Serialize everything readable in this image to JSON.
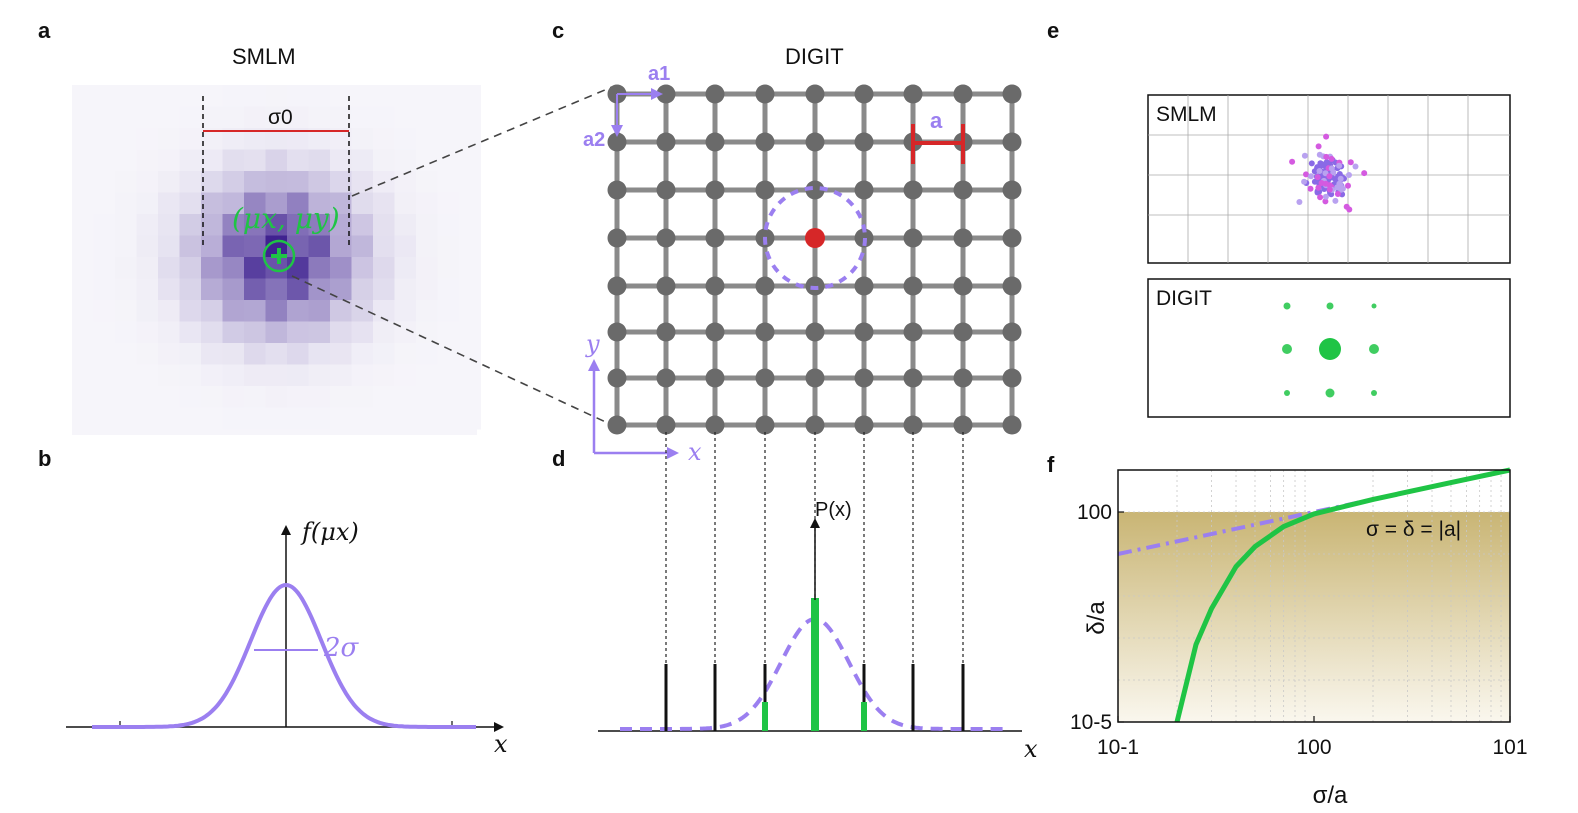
{
  "panels": {
    "a": {
      "label": "a",
      "title": "SMLM",
      "sigma_label": "σ0",
      "mu_label": "(μx, μy)"
    },
    "b": {
      "label": "b",
      "fx_label": "f(μx)",
      "width_label": "2σ",
      "x_label": "x"
    },
    "c": {
      "label": "c",
      "title": "DIGIT",
      "a1": "a1",
      "a2": "a2",
      "a_label": "a",
      "x_label": "x",
      "y_label": "y"
    },
    "d": {
      "label": "d",
      "px_label": "P(x)",
      "x_label": "x"
    },
    "e": {
      "label": "e",
      "box1_title": "SMLM",
      "box2_title": "DIGIT"
    },
    "f": {
      "label": "f",
      "xlabel": "σ/a",
      "ylabel": "δ/a",
      "annotation": "σ = δ = |a|",
      "xticks": [
        "10-1",
        "100",
        "101"
      ],
      "yticks": [
        "100",
        "10-5"
      ]
    }
  },
  "colors": {
    "purple": "#9b7ff0",
    "green": "#1fc445",
    "red": "#d62728",
    "gray": "#555555",
    "tan": "#c8b46e"
  },
  "chart_data": {
    "type": "line",
    "title": "",
    "xlabel": "σ/a",
    "ylabel": "δ/a",
    "xscale": "log",
    "yscale": "log",
    "xlim": [
      0.1,
      10
    ],
    "ylim": [
      1e-05,
      10
    ],
    "grid": true,
    "series": [
      {
        "style": "dash-dot",
        "color": "#9b7ff0",
        "x": [
          0.1,
          0.3,
          1,
          3,
          10
        ],
        "y": [
          0.1,
          0.3,
          1,
          3,
          10
        ]
      },
      {
        "style": "solid",
        "color": "#1fc445",
        "x": [
          0.2,
          0.25,
          0.3,
          0.4,
          0.5,
          0.7,
          1,
          2,
          5,
          10
        ],
        "y": [
          1e-05,
          0.0007,
          0.005,
          0.05,
          0.15,
          0.45,
          0.9,
          2,
          5,
          10
        ]
      }
    ]
  }
}
